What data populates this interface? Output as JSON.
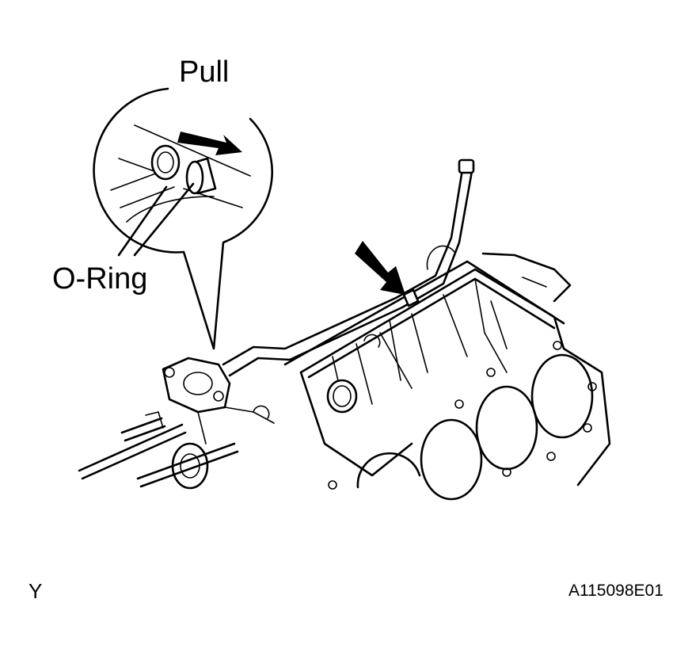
{
  "figure": {
    "callouts": {
      "pull": "Pull",
      "o_ring": "O-Ring"
    },
    "view_letter": "Y",
    "figure_code": "A115098E01"
  },
  "colors": {
    "ink": "#000000",
    "paper": "#ffffff"
  },
  "icons": [
    "pull-direction-arrow",
    "insert-position-arrow"
  ]
}
